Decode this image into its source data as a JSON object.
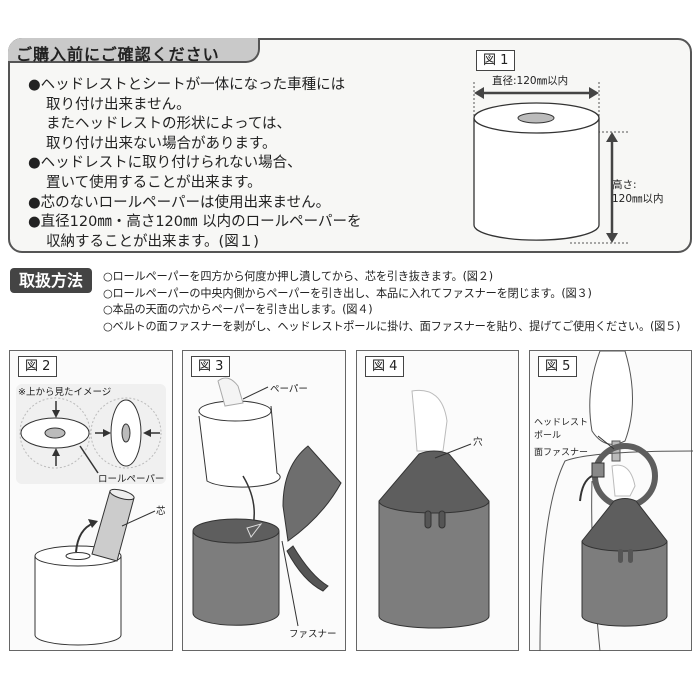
{
  "notice": {
    "title": "ご購入前にご確認ください",
    "lines": [
      "●ヘッドレストとシートが一体になった車種には",
      "取り付け出来ません。",
      "またヘッドレストの形状によっては、",
      "取り付け出来ない場合があります。",
      "●ヘッドレストに取り付けられない場合、",
      "置いて使用することが出来ます。",
      "●芯のないロールペーパーは使用出来ません。",
      "●直径120㎜・高さ120㎜ 以内のロールペーパーを",
      "収納することが出来ます。(図１)"
    ]
  },
  "fig1": {
    "label": "図 1",
    "diameter": "直径:120㎜以内",
    "height_line1": "高さ:",
    "height_line2": "120㎜以内"
  },
  "howto": {
    "title": "取扱方法",
    "steps": [
      "○ロールペーパーを四方から何度か押し潰してから、芯を引き抜きます。(図２)",
      "○ロールペーパーの中央内側からペーパーを引き出し、本品に入れてファスナーを閉じます。(図３)",
      "○本品の天面の穴からペーパーを引き出します。(図４)",
      "○ベルトの面ファスナーを剥がし、ヘッドレストポールに掛け、面ファスナーを貼り、提げてご使用ください。(図５)"
    ]
  },
  "fig2": {
    "label": "図 2",
    "note": "※上から見たイメージ",
    "roll": "ロールペーパー",
    "core": "芯"
  },
  "fig3": {
    "label": "図 3",
    "paper": "ペーパー",
    "zipper": "ファスナー"
  },
  "fig4": {
    "label": "図 4",
    "hole": "穴"
  },
  "fig5": {
    "label": "図 5",
    "pole1": "ヘッドレスト",
    "pole2": "ポール",
    "velcro": "面ファスナー"
  },
  "colors": {
    "bag": "#7d7d7d",
    "bag_top": "#5e5e5e",
    "label_bg": "#c9c9c9",
    "badge": "#444444"
  }
}
